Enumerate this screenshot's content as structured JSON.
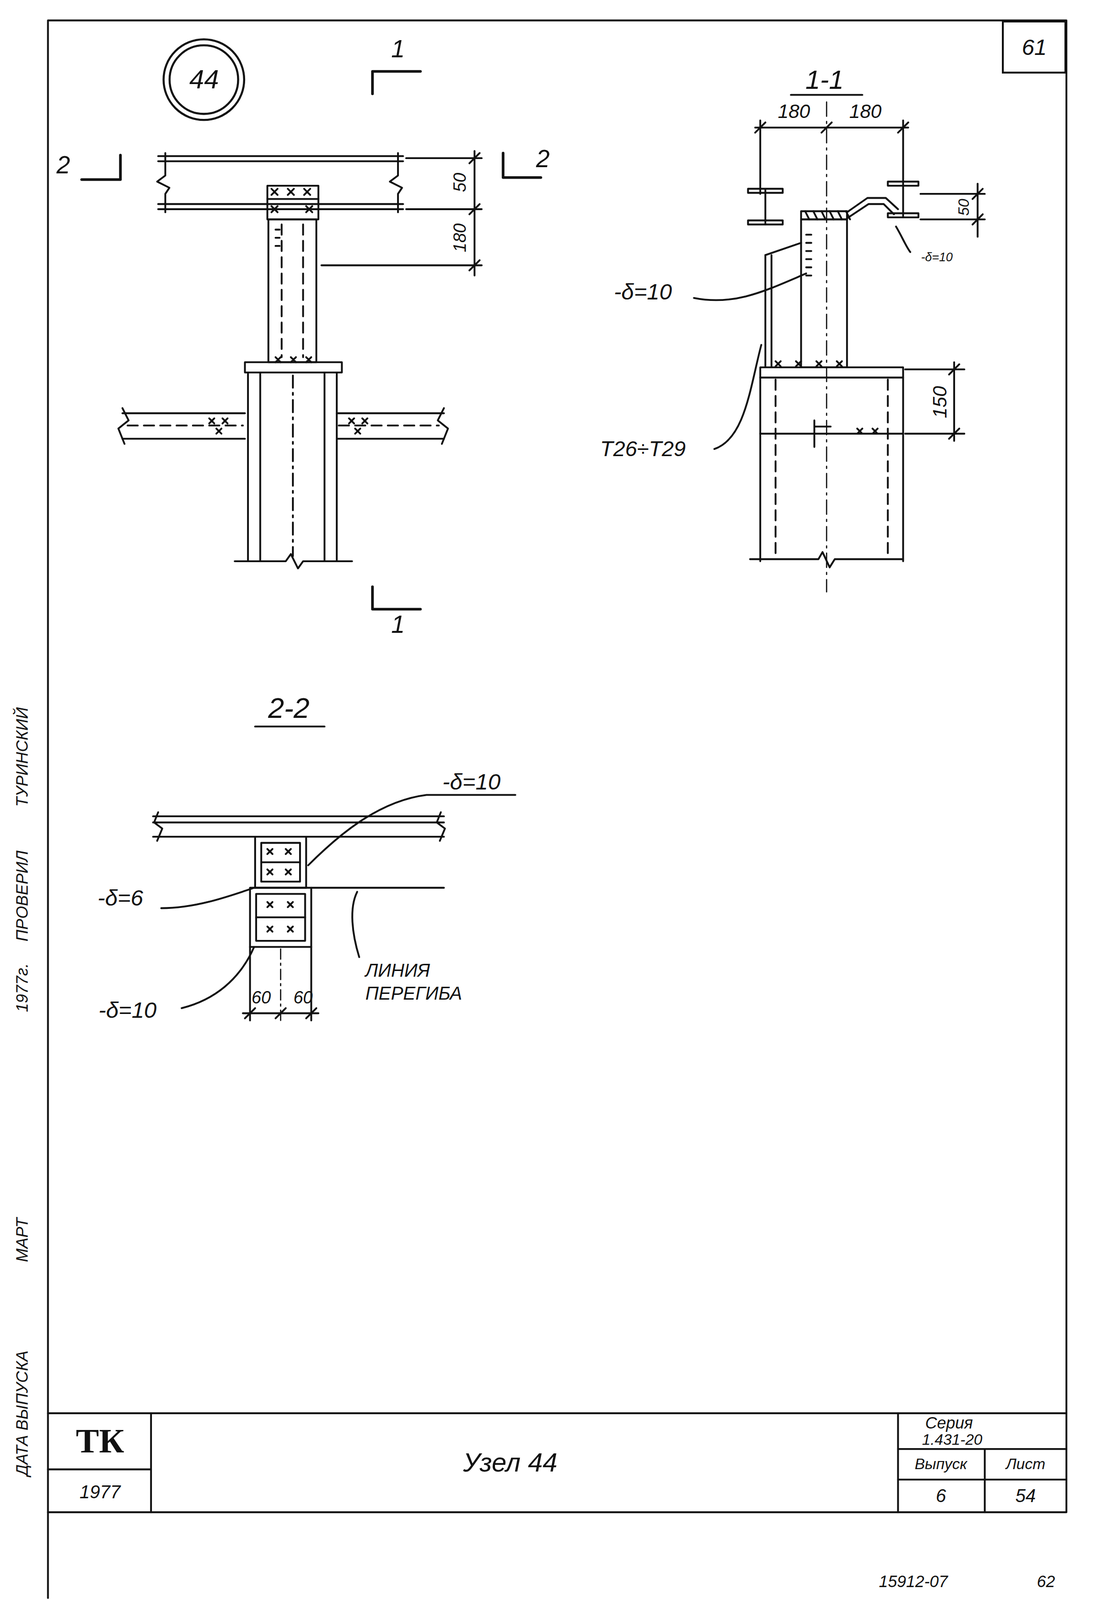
{
  "diagram": {
    "title": "Узел 44",
    "nodes": [
      {
        "text": [
          "44"
        ]
      },
      {
        "text": [
          "61"
        ]
      }
    ],
    "labels": [
      "1",
      "2",
      "2",
      "50",
      "180",
      "1",
      "1-1",
      "180",
      "180",
      "50",
      "-δ=10",
      "-δ=10",
      "150",
      "Т26÷Т29",
      "2-2",
      "-δ=10",
      "-δ=6",
      "-δ=10",
      "60",
      "60",
      "ЛИНИЯ ПЕРЕГИБА",
      "ДАТА ВЫПУСКА",
      "МАРТ",
      "1977г.",
      "ПРОВЕРИЛ",
      "ТУРИНСКИЙ",
      "ТК",
      "1977",
      "Серия",
      "1.431-20",
      "Выпуск",
      "Лист",
      "6",
      "54",
      "15912-07",
      "62"
    ]
  }
}
